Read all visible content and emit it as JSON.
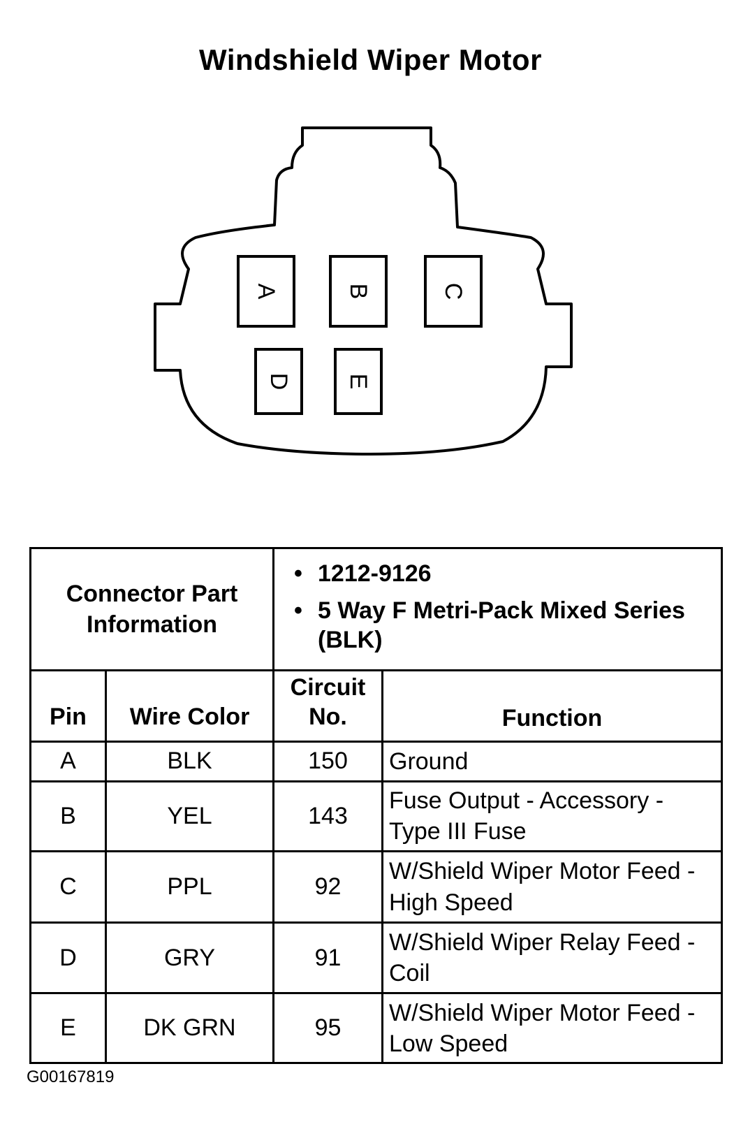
{
  "title": "Windshield Wiper Motor",
  "connector": {
    "pins": [
      "A",
      "B",
      "C",
      "D",
      "E"
    ]
  },
  "part_info": {
    "label": "Connector Part Information",
    "items": [
      "1212-9126",
      "5 Way F Metri-Pack Mixed Series (BLK)"
    ]
  },
  "table": {
    "headers": [
      "Pin",
      "Wire Color",
      "Circuit No.",
      "Function"
    ],
    "rows": [
      {
        "pin": "A",
        "color": "BLK",
        "circuit": "150",
        "function": "Ground"
      },
      {
        "pin": "B",
        "color": "YEL",
        "circuit": "143",
        "function": "Fuse Output - Accessory - Type III Fuse"
      },
      {
        "pin": "C",
        "color": "PPL",
        "circuit": "92",
        "function": "W/Shield Wiper Motor Feed - High Speed"
      },
      {
        "pin": "D",
        "color": "GRY",
        "circuit": "91",
        "function": "W/Shield Wiper Relay Feed - Coil"
      },
      {
        "pin": "E",
        "color": "DK GRN",
        "circuit": "95",
        "function": "W/Shield Wiper Motor Feed - Low Speed"
      }
    ]
  },
  "figure_id": "G00167819"
}
